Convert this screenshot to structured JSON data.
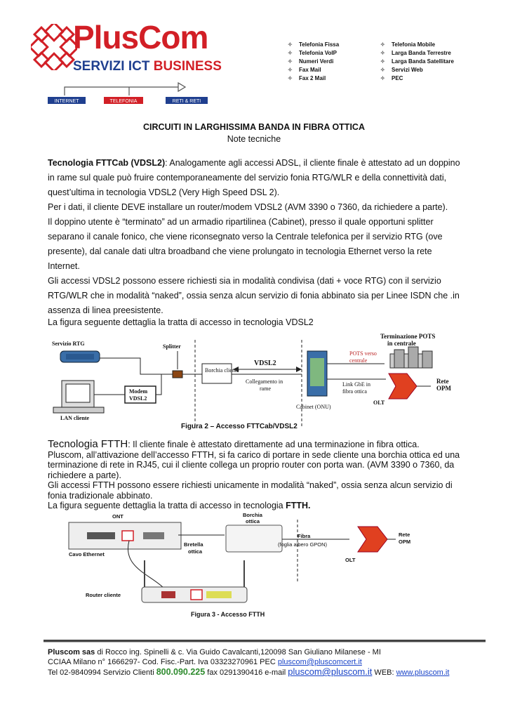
{
  "logo": {
    "brand_plus": "Plus",
    "brand_com": "Com",
    "tagline_a": "SERVIZI ICT",
    "tagline_b": "BUSINESS",
    "bar_internet": "INTERNET",
    "bar_telefonia": "TELEFONIA",
    "bar_reti": "RETI & RETI"
  },
  "services": {
    "left": [
      "Telefonia Fissa",
      "Telefonia  VoIP",
      "Numeri Verdi",
      "Fax Mail",
      "Fax 2 Mail"
    ],
    "right": [
      "Telefonia Mobile",
      "Larga Banda Terrestre",
      "Larga Banda Satellitare",
      "Servizi Web",
      "PEC"
    ]
  },
  "doc": {
    "title": "CIRCUITI IN LARGHISSIMA BANDA IN FIBRA OTTICA",
    "subtitle": "Note tecniche",
    "fttc_label": "Tecnologia FTTCab (VDSL2)",
    "fttc_text": ": Analogamente agli accessi ADSL, il cliente finale è attestato ad un doppino in rame sul quale può fruire contemporaneamente del servizio fonia RTG/WLR e della connettività dati, quest’ultima in tecnologia VDSL2 (Very High Speed DSL 2).",
    "fttc_p2": "Per i dati, il cliente DEVE installare un router/modem VDSL2 (AVM 3390 o 7360, da richiedere a parte).",
    "fttc_p3": "Il doppino utente è “terminato” ad un armadio ripartilinea (Cabinet), presso il quale opportuni splitter separano il canale fonico, che viene riconsegnato verso la Centrale telefonica per il servizio RTG (ove presente), dal canale dati ultra broadband che viene prolungato in tecnologia Ethernet verso la rete Internet.",
    "fttc_p4": "Gli accessi VDSL2 possono essere richiesti sia in modalità condivisa (dati + voce RTG) con il servizio RTG/WLR che in modalità “naked”, ossia senza alcun servizio di fonia abbinato sia per Linee ISDN che .in assenza di linea preesistente.",
    "fig2_intro": "La figura seguente dettaglia la tratta di accesso in tecnologia VDSL2",
    "ftth_label": "Tecnologia FTTH",
    "ftth_text": ": Il cliente finale è attestato direttamente ad una terminazione in fibra ottica.",
    "ftth_p2": " Pluscom, all’attivazione dell’accesso FTTH, si fa carico di portare in sede cliente una borchia ottica ed una terminazione di rete in RJ45, cui il cliente collega un proprio router con porta wan. (AVM 3390 o 7360, da richiedere a parte).",
    "ftth_p3": "Gli accessi FTTH possono essere richiesti unicamente in modalità “naked”, ossia senza alcun servizio di fonia tradizionale abbinato.",
    "fig3_intro": "La figura seguente dettaglia la tratta di accesso in tecnologia ",
    "fig3_intro_bold": "FTTH."
  },
  "fig2": {
    "servizio_rtg": "Servizio RTG",
    "splitter": "Splitter",
    "terminazione_pots": "Terminazione POTS",
    "in_centrale": "in centrale",
    "borchia_cliente": "Borchia cliente",
    "vdsl2": "VDSL2",
    "pots_verso": "POTS verso",
    "centrale": "centrale",
    "collegamento": "Collegamento in",
    "rame": "rame",
    "modem": "Modem",
    "modem_vdsl2": "VDSL2",
    "link_gbe": "Link GbE in",
    "fibra_ottica": "fibra ottica",
    "rete": "Rete",
    "opm": "OPM",
    "cabinet": "Cabinet (ONU)",
    "olt": "OLT",
    "lan_cliente": "LAN cliente",
    "caption": "Figura 2 – Accesso FTTCab/VDSL2"
  },
  "fig3": {
    "ont": "ONT",
    "borchia": "Borchia",
    "ottica": "ottica",
    "cavo": "Cavo Ethernet",
    "bretella": "Bretella",
    "bretella_ottica": "ottica",
    "fibra": "Fibra",
    "foglia": "(foglia albero GPON)",
    "rete": "Rete",
    "opm": "OPM",
    "olt": "OLT",
    "router": "Router cliente",
    "caption": "Figura 3 - Accesso FTTH"
  },
  "footer": {
    "company": "Pluscom sas",
    "address": " di Rocco ing. Spinelli & c. Via Guido Cavalcanti,120098 San Giuliano Milanese - MI",
    "cciaa": "CCIAA Milano n° 1666297-  Cod. Fisc.-Part. Iva 03323270961  PEC ",
    "pec_email": "pluscom@pluscomcert.it",
    "tel": "Tel 02-9840994  Servizio Clienti  ",
    "green_number": "800.090.225",
    "fax": " fax 0291390416  e-mail ",
    "email": "pluscom@pluscom.it",
    "web_label": " WEB: ",
    "web": "www.pluscom.it"
  }
}
